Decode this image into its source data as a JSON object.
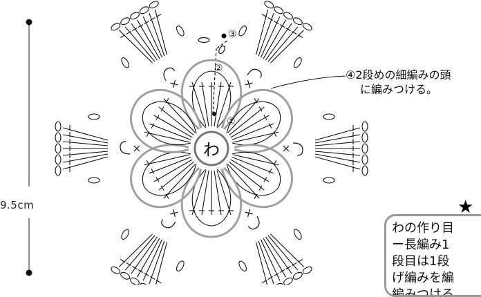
{
  "diagram": {
    "dimension_label": "9.5cm",
    "center_label": "わ",
    "markers": [
      "①",
      "②",
      "③"
    ],
    "callout": {
      "line1": "④2段めの細編みの頭",
      "line2": "に編みつける。"
    },
    "note_box": {
      "star": "★",
      "lines": [
        "わの作り目",
        "ー長編み1",
        "段目は1段",
        "げ編みを編",
        "編みつける"
      ]
    },
    "colors": {
      "outline": "#a0a0a0",
      "ink": "#111111"
    }
  }
}
